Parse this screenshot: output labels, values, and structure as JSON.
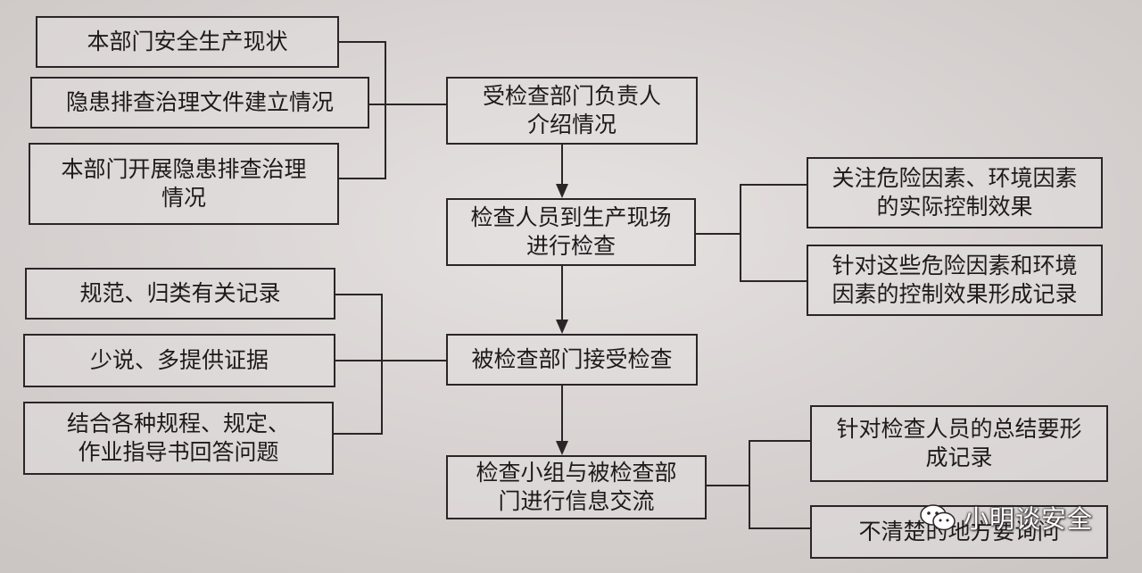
{
  "diagram": {
    "left_group_1": [
      "本部门安全生产现状",
      "隐患排查治理文件建立情况",
      "本部门开展隐患排查治理\n情况"
    ],
    "left_group_2": [
      "规范、归类有关记录",
      "少说、多提供证据",
      "结合各种规程、规定、\n作业指导书回答问题"
    ],
    "center_steps": [
      "受检查部门负责人\n介绍情况",
      "检查人员到生产现场\n进行检查",
      "被检查部门接受检查",
      "检查小组与被检查部\n门进行信息交流"
    ],
    "right_group_1": [
      "关注危险因素、环境因素\n的实际控制效果",
      "针对这些危险因素和环境\n因素的控制效果形成记录"
    ],
    "right_group_2": [
      "针对检查人员的总结要形\n成记录",
      "不清楚的地方要询问"
    ]
  },
  "watermark": {
    "text": "小明谈安全",
    "icon": "wechat-icon"
  },
  "colors": {
    "paper": "#ddd8d6",
    "ink": "#2b2527",
    "watermark_text": "#ffffff"
  }
}
